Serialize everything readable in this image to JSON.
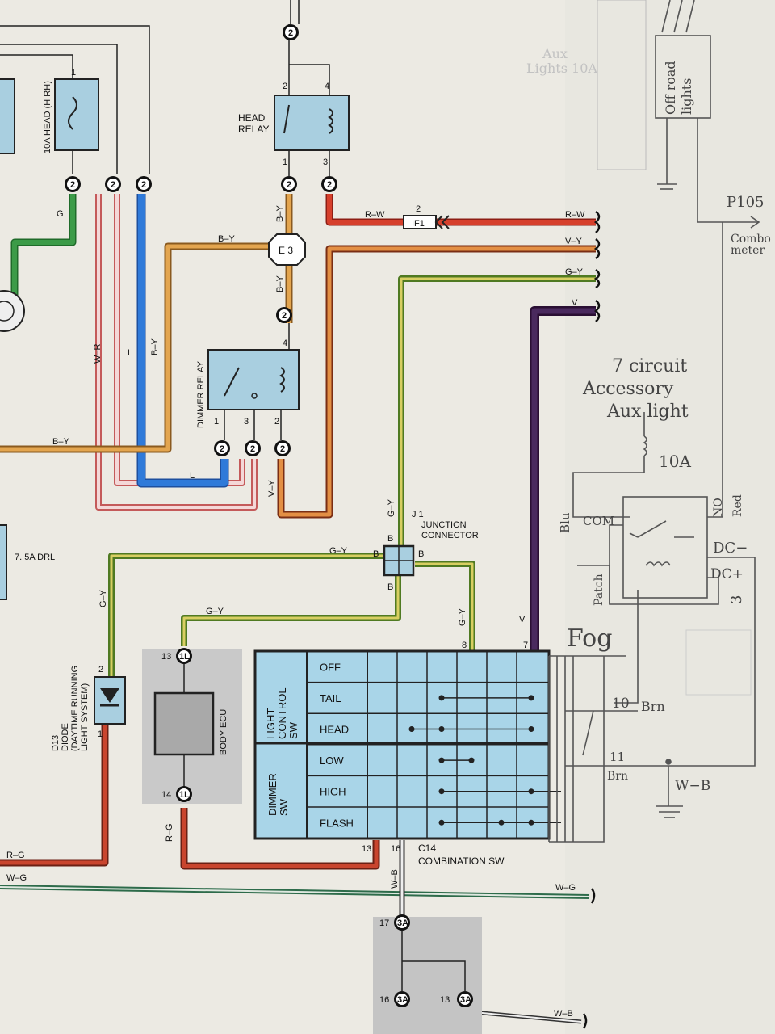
{
  "components": {
    "head_relay": "HEAD\nRELAY",
    "dimmer_relay": "DIMMER RELAY",
    "fuse_head": "10A HEAD (H RH)",
    "fuse_drl": "7. 5A\nDRL",
    "junction": "J 1\nJUNCTION\nCONNECTOR",
    "diode": "D13\nDIODE\n(DAYTIME RUNNING\nLIGHT SYSTEM)",
    "body_ecu": "BODY ECU",
    "combo_switch": "C14\nCOMBINATION SW",
    "if1": "IF1",
    "e3": "E 3"
  },
  "connector_labels": {
    "c2": "2",
    "c1l": "1L",
    "c3a": "3A"
  },
  "wire_labels": {
    "rw": "R–W",
    "vy": "V–Y",
    "gy": "G–Y",
    "v": "V",
    "by": "B–Y",
    "g": "G",
    "wr": "W–R",
    "l": "L",
    "rg": "R–G",
    "wg": "W–G",
    "wb": "W–B",
    "b": "B"
  },
  "pins": {
    "p1": "1",
    "p2": "2",
    "p3": "3",
    "p4": "4",
    "p7": "7",
    "p8": "8",
    "p13": "13",
    "p14": "14",
    "p16": "16",
    "p17": "17"
  },
  "switch_table": {
    "group_light": "LIGHT\nCONTROL\nSW",
    "group_dimmer": "DIMMER\nSW",
    "rows": [
      "OFF",
      "TAIL",
      "HEAD",
      "LOW",
      "HIGH",
      "FLASH"
    ]
  },
  "handwritten": {
    "offroad": "Off road\nlights",
    "aux_faint": "Aux\nLights 10A",
    "p105": "P105",
    "combo_meter": "Combo\nmeter",
    "accessory": "7 circuit\nAccessory\nAux light",
    "fuse_10a": "10A",
    "blu": "Blu",
    "com": "COM",
    "no": "NO",
    "red": "Red",
    "dc_minus": "DC−",
    "dc_plus": "DC+",
    "patch": "Patch",
    "three": "3",
    "fog": "Fog",
    "ten": "10",
    "eleven": "11",
    "brn1": "Brn",
    "brn2": "Brn",
    "wb": "W−B"
  },
  "colors": {
    "paper": "#e9e7e0",
    "relay_fill": "#a9cfe0",
    "ecu_bg": "#c8c8c8",
    "red": "#cf3a2a",
    "orange": "#d4883a",
    "green": "#3c9b48",
    "blue": "#2f6fc9",
    "purple": "#3a1d4a",
    "pink": "#e08e8e"
  }
}
